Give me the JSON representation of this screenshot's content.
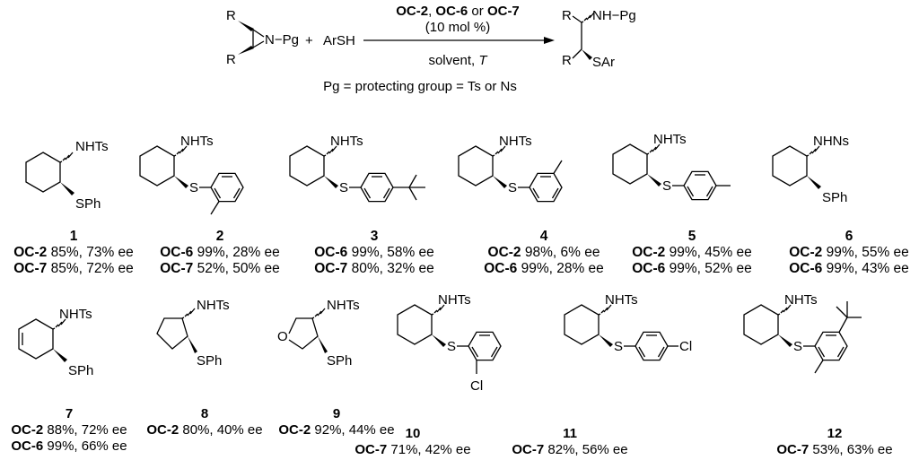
{
  "reaction": {
    "r_top": "R",
    "r_bottom": "R",
    "n_pg": "N−Pg",
    "plus": "+",
    "thiol": "ArSH",
    "catalysts": [
      "OC-2",
      "OC-6",
      "OC-7"
    ],
    "sep_comma": ", ",
    "sep_or": " or ",
    "loading": "(10 mol %)",
    "solvent": "solvent, ",
    "temperature": "T",
    "product_r_top": "R",
    "product_nh_pg": "NH−Pg",
    "product_r_bottom": "R",
    "product_sar": "SAr",
    "pg_note": "Pg = protecting group = Ts or Ns"
  },
  "compounds": [
    {
      "number": "1",
      "n_label": "NHTs",
      "s_label": "SPh",
      "results": [
        {
          "cat": "OC-2",
          "text": " 85%, 73% ee"
        },
        {
          "cat": "OC-7",
          "text": " 85%, 72% ee"
        }
      ]
    },
    {
      "number": "2",
      "n_label": "NHTs",
      "s_label": "S",
      "results": [
        {
          "cat": "OC-6",
          "text": " 99%, 28% ee"
        },
        {
          "cat": "OC-7",
          "text": " 52%, 50% ee"
        }
      ]
    },
    {
      "number": "3",
      "n_label": "NHTs",
      "s_label": "S",
      "results": [
        {
          "cat": "OC-6",
          "text": " 99%, 58% ee"
        },
        {
          "cat": "OC-7",
          "text": " 80%, 32% ee"
        }
      ]
    },
    {
      "number": "4",
      "n_label": "NHTs",
      "s_label": "S",
      "results": [
        {
          "cat": "OC-2",
          "text": " 98%, 6% ee"
        },
        {
          "cat": "OC-6",
          "text": " 99%, 28% ee"
        }
      ]
    },
    {
      "number": "5",
      "n_label": "NHTs",
      "s_label": "S",
      "results": [
        {
          "cat": "OC-2",
          "text": " 99%, 45% ee"
        },
        {
          "cat": "OC-6",
          "text": " 99%, 52% ee"
        }
      ]
    },
    {
      "number": "6",
      "n_label": "NHNs",
      "s_label": "SPh",
      "results": [
        {
          "cat": "OC-2",
          "text": " 99%, 55% ee"
        },
        {
          "cat": "OC-6",
          "text": " 99%, 43% ee"
        }
      ]
    },
    {
      "number": "7",
      "n_label": "NHTs",
      "s_label": "SPh",
      "results": [
        {
          "cat": "OC-2",
          "text": " 88%, 72% ee"
        },
        {
          "cat": "OC-6",
          "text": " 99%, 66% ee"
        }
      ]
    },
    {
      "number": "8",
      "n_label": "NHTs",
      "s_label": "SPh",
      "results": [
        {
          "cat": "OC-2",
          "text": " 80%, 40% ee"
        }
      ]
    },
    {
      "number": "9",
      "n_label": "NHTs",
      "s_label": "SPh",
      "o_label": "O",
      "results": [
        {
          "cat": "OC-2",
          "text": " 92%, 44% ee"
        }
      ]
    },
    {
      "number": "10",
      "n_label": "NHTs",
      "s_label": "S",
      "cl_label": "Cl",
      "results": [
        {
          "cat": "OC-7",
          "text": " 71%, 42% ee"
        }
      ]
    },
    {
      "number": "11",
      "n_label": "NHTs",
      "s_label": "S",
      "cl_label": "Cl",
      "results": [
        {
          "cat": "OC-7",
          "text": " 82%, 56% ee"
        }
      ]
    },
    {
      "number": "12",
      "n_label": "NHTs",
      "s_label": "S",
      "results": [
        {
          "cat": "OC-7",
          "text": " 53%, 63% ee"
        }
      ]
    }
  ]
}
